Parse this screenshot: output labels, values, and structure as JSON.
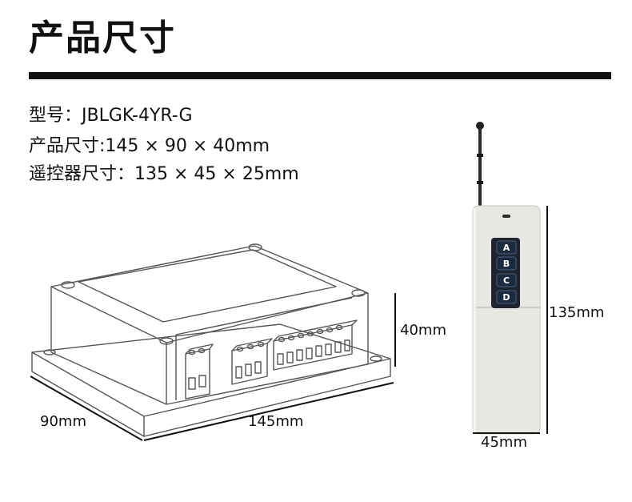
{
  "header": {
    "title": "产品尺寸"
  },
  "specs": {
    "model": "型号：JBLGK-4YR-G",
    "product_size": "产品尺寸:145 × 90 × 40mm",
    "remote_size": "遥控器尺寸：135 × 45 × 25mm"
  },
  "dimensions": {
    "depth": "90mm",
    "length": "145mm",
    "height": "40mm",
    "remote_length": "135mm",
    "remote_width": "45mm"
  },
  "remote": {
    "buttons": [
      "A",
      "B",
      "C",
      "D"
    ],
    "body_color": "#e9e9e3",
    "button_color": "#1c2a40"
  }
}
